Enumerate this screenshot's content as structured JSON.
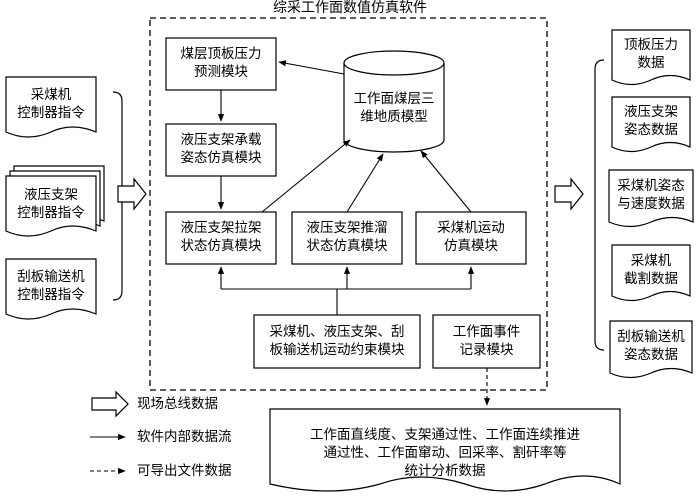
{
  "title": "综采工作面数值仿真软件",
  "inputs": [
    {
      "id": "shearer-controller-command",
      "lines": [
        "采煤机",
        "控制器指令"
      ]
    },
    {
      "id": "support-controller-command",
      "lines": [
        "液压支架",
        "控制器指令"
      ]
    },
    {
      "id": "conveyor-controller-command",
      "lines": [
        "刮板输送机",
        "控制器指令"
      ]
    }
  ],
  "modules": {
    "roof_pressure_prediction": [
      "煤层顶板压力",
      "预测模块"
    ],
    "support_load_simulation": [
      "液压支架承载",
      "姿态仿真模块"
    ],
    "support_pulling_simulation": [
      "液压支架拉架",
      "状态仿真模块"
    ],
    "support_pushing_simulation": [
      "液压支架推溜",
      "状态仿真模块"
    ],
    "shearer_motion_simulation": [
      "采煤机运动",
      "仿真模块"
    ],
    "geology_model": [
      "工作面煤层三",
      "维地质模型"
    ],
    "motion_constraint": [
      "采煤机、液压支架、刮",
      "板输送机运动约束模块"
    ],
    "event_recording": [
      "工作面事件",
      "记录模块"
    ]
  },
  "outputs": [
    {
      "id": "roof-pressure-data",
      "lines": [
        "顶板压力",
        "数据"
      ]
    },
    {
      "id": "support-attitude-data",
      "lines": [
        "液压支架",
        "姿态数据"
      ]
    },
    {
      "id": "shearer-attitude-speed-data",
      "lines": [
        "采煤机姿态",
        "与速度数据"
      ]
    },
    {
      "id": "shearer-cutting-data",
      "lines": [
        "采煤机",
        "截割数据"
      ]
    },
    {
      "id": "conveyor-attitude-data",
      "lines": [
        "刮板输送机",
        "姿态数据"
      ]
    }
  ],
  "statistics": [
    "工作面直线度、支架通过性、工作面连续推进",
    "通过性、工作面窜动、回采率、割矸率等",
    "统计分析数据"
  ],
  "legend": [
    {
      "style": "hollow-arrow",
      "label": "现场总线数据"
    },
    {
      "style": "solid-line",
      "label": "软件内部数据流"
    },
    {
      "style": "dashed-line",
      "label": "可导出文件数据"
    }
  ]
}
